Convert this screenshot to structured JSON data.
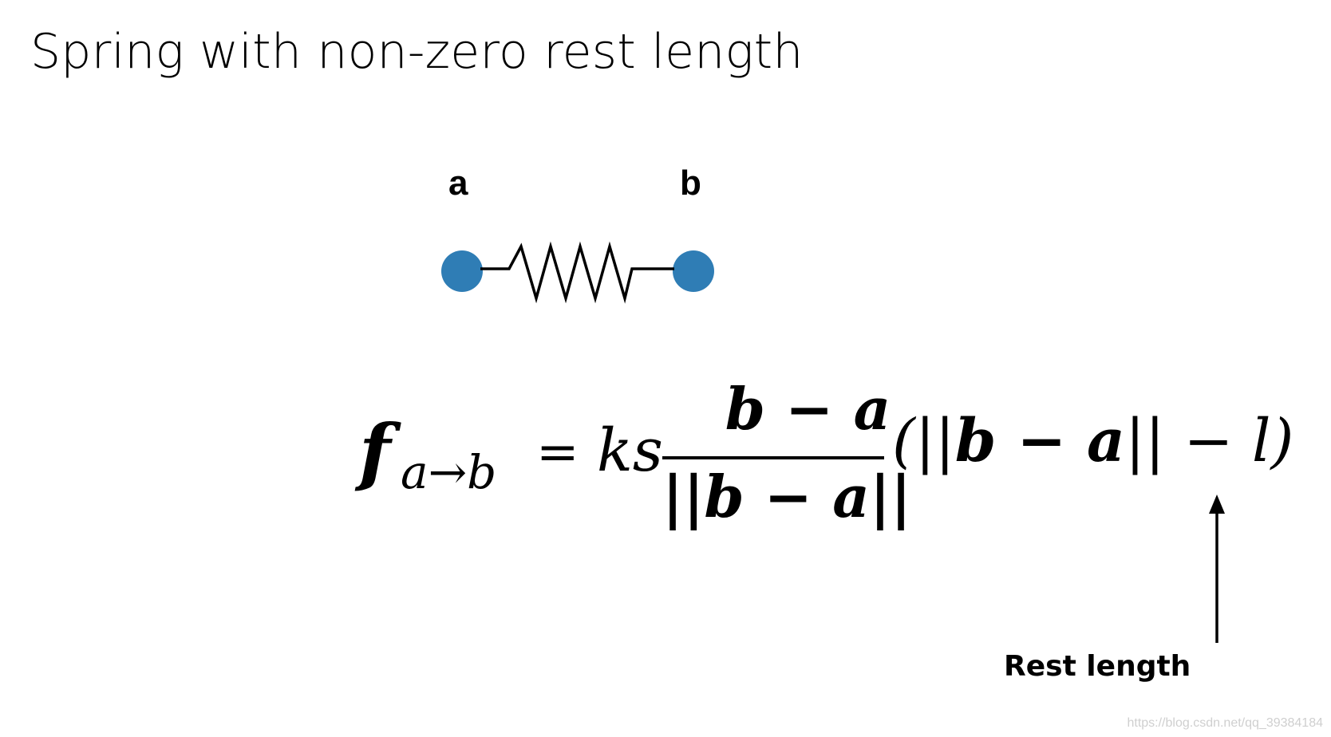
{
  "slide": {
    "title": "Spring with non-zero rest length"
  },
  "diagram": {
    "node_a_label": "a",
    "node_b_label": "b",
    "node_color": "#2f7db5",
    "spring_color": "#000000"
  },
  "formula": {
    "f": "f",
    "subscript": "a→b",
    "equals": "=",
    "ks": "ks",
    "numerator": "b − a",
    "denominator": "||b − a||",
    "paren_open": "(||",
    "paren_inner": "b − a",
    "paren_close": "|| − l)"
  },
  "annotation": {
    "rest_label": "Rest length"
  },
  "watermark": "https://blog.csdn.net/qq_39384184"
}
